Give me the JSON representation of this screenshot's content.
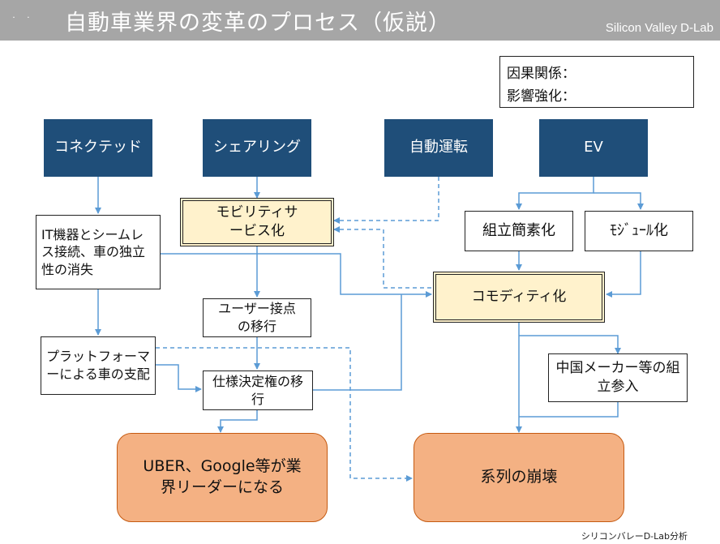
{
  "header": {
    "title": "自動車業界の変革のプロセス（仮説）",
    "brand": "Silicon Valley D-Lab"
  },
  "legend": {
    "causal": "因果関係：",
    "reinforce": "影響強化："
  },
  "nodes": {
    "connected": "コネクテッド",
    "sharing": "シェアリング",
    "autonomous": "自動運転",
    "ev": "EV",
    "it_integration": "IT機器とシームレス接続、車の独立性の消失",
    "mobility_service": "モビリティサービス化",
    "assembly_simplification": "組立簡素化",
    "modularization": "ﾓｼﾞｭｰﾙ化",
    "commoditization": "コモディティ化",
    "user_touchpoint": "ユーザー接点の移行",
    "platformer": "プラットフォーマーによる車の支配",
    "spec_authority": "仕様決定権の移行",
    "china_entry": "中国メーカー等の組立参入",
    "uber_google": "UBER、Google等が業界リーダーになる",
    "keiretsu_collapse": "系列の崩壊"
  },
  "colors": {
    "top_box": "#1f4e79",
    "highlight_box": "#fff2cc",
    "result_box": "#f4b183",
    "connector": "#5b9bd5"
  },
  "footer": "シリコンバレーD-Lab分析"
}
